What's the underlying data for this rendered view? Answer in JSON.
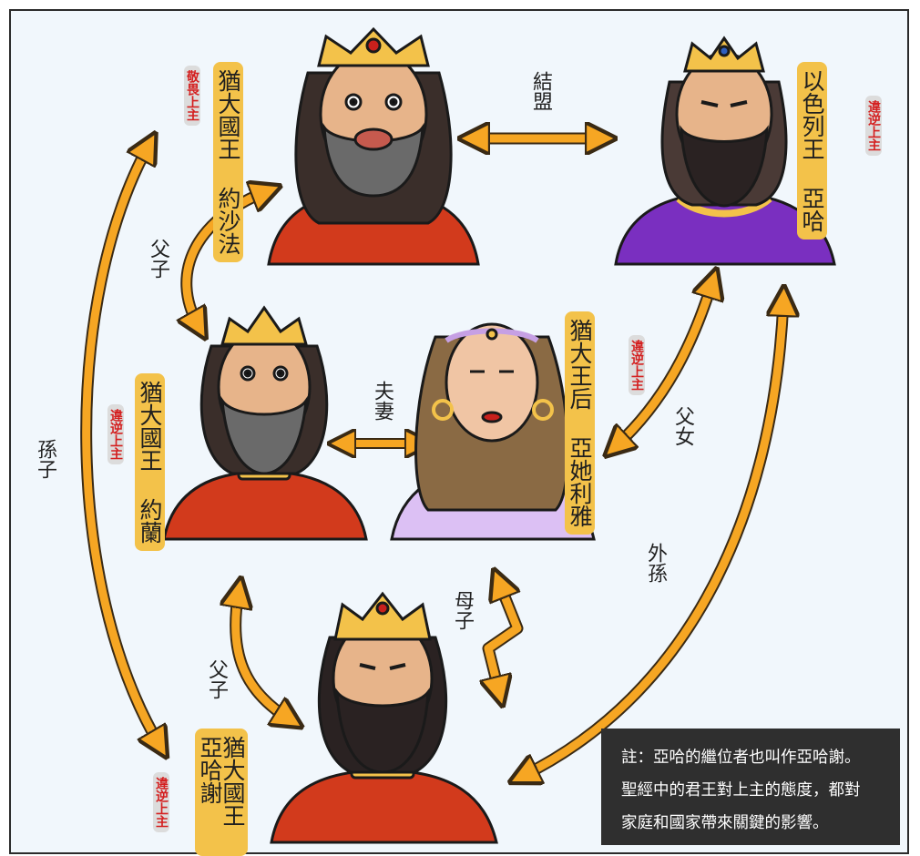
{
  "people": {
    "jehoshaphat": {
      "name_lines": [
        "猶大國王",
        "約沙法"
      ],
      "tag": "敬畏上主"
    },
    "ahab": {
      "name_lines": [
        "以色列王",
        "亞哈"
      ],
      "tag": "違逆上主"
    },
    "jehoram": {
      "name_lines": [
        "猶大國王",
        "約蘭"
      ],
      "tag": "違逆上主"
    },
    "athaliah": {
      "name_lines": [
        "猶大王后",
        "亞她利雅"
      ],
      "tag": "違逆上主"
    },
    "ahaziah": {
      "name_lines": [
        "猶大國王",
        "亞哈謝"
      ],
      "tag": "違逆上主"
    }
  },
  "relations": {
    "alliance": "結盟",
    "father_son_top": "父子",
    "grandson": "孫子",
    "husband_wife": "夫妻",
    "father_daughter": "父女",
    "maternal_grandson": "外孫",
    "mother_son": "母子",
    "father_son_bottom": "父子"
  },
  "note": {
    "lines": [
      "註：亞哈的繼位者也叫作亞哈謝。",
      "聖經中的君王對上主的態度，都對",
      "家庭和國家帶來關鍵的影響。"
    ]
  },
  "colors": {
    "arrow": "#f6a623",
    "arrow_outline": "#3a2a14",
    "name_card": "#f3c24a",
    "tag_text": "#d41f1f",
    "tag_bg": "#dcdcdc",
    "red_robe": "#d23a1c",
    "purple_robe": "#7a2fc0",
    "lavender_robe": "#dcc0f4",
    "note_bg": "#2f2f2f"
  }
}
